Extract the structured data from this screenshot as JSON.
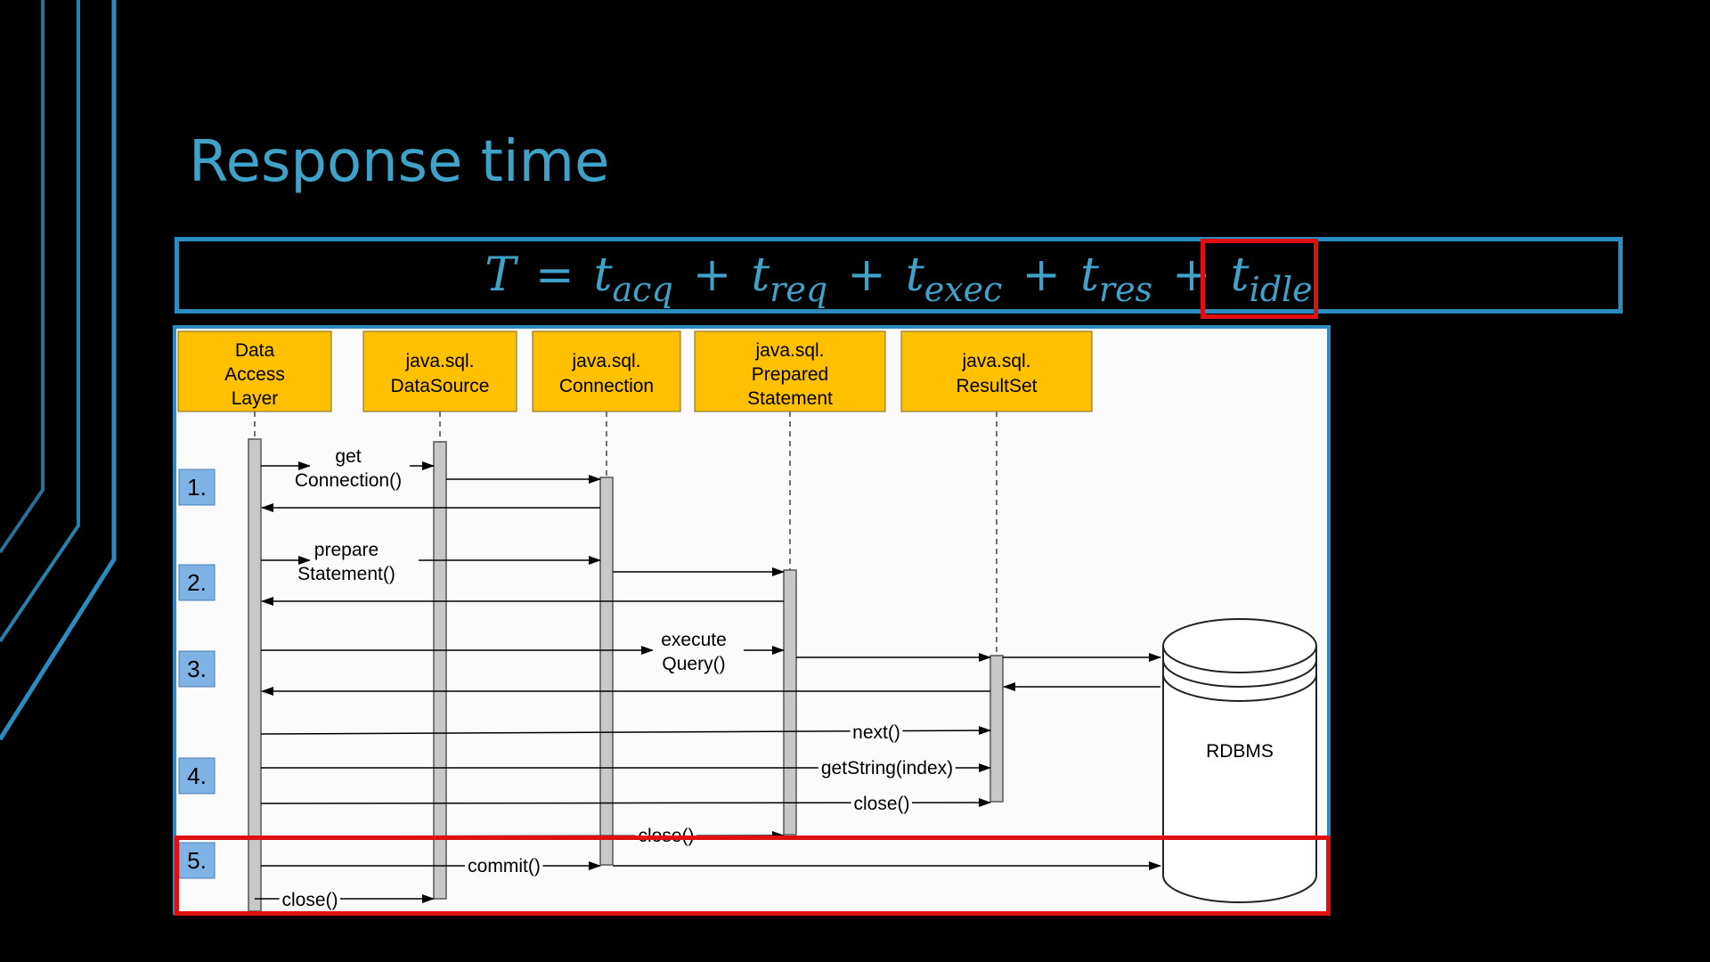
{
  "slide": {
    "title": "Response time",
    "formula": {
      "T": "T",
      "eq": "=",
      "plus": "+",
      "terms": [
        {
          "t": "t",
          "sub": "acq"
        },
        {
          "t": "t",
          "sub": "req"
        },
        {
          "t": "t",
          "sub": "exec"
        },
        {
          "t": "t",
          "sub": "res"
        },
        {
          "t": "t",
          "sub": "idle"
        }
      ]
    }
  },
  "diagram": {
    "participants": [
      [
        "Data",
        "Access",
        "Layer"
      ],
      [
        "java.sql.",
        "DataSource"
      ],
      [
        "java.sql.",
        "Connection"
      ],
      [
        "java.sql.",
        "Prepared",
        "Statement"
      ],
      [
        "java.sql.",
        "ResultSet"
      ]
    ],
    "steps": [
      "1.",
      "2.",
      "3.",
      "4.",
      "5."
    ],
    "messages": {
      "get_connection": [
        "get",
        "Connection()"
      ],
      "prepare_statement": [
        "prepare",
        "Statement()"
      ],
      "execute_query": [
        "execute",
        "Query()"
      ],
      "next": "next()",
      "get_string": "getString(index)",
      "rs_close": "close()",
      "stmt_close": "close()",
      "commit": "commit()",
      "conn_close": "close()"
    },
    "database": "RDBMS"
  },
  "colors": {
    "accent": "#3fa3c9",
    "frame": "#2b8cc2",
    "highlight": "#e01010",
    "participant_fill": "#ffc000",
    "step_fill": "#7fb2e5"
  }
}
